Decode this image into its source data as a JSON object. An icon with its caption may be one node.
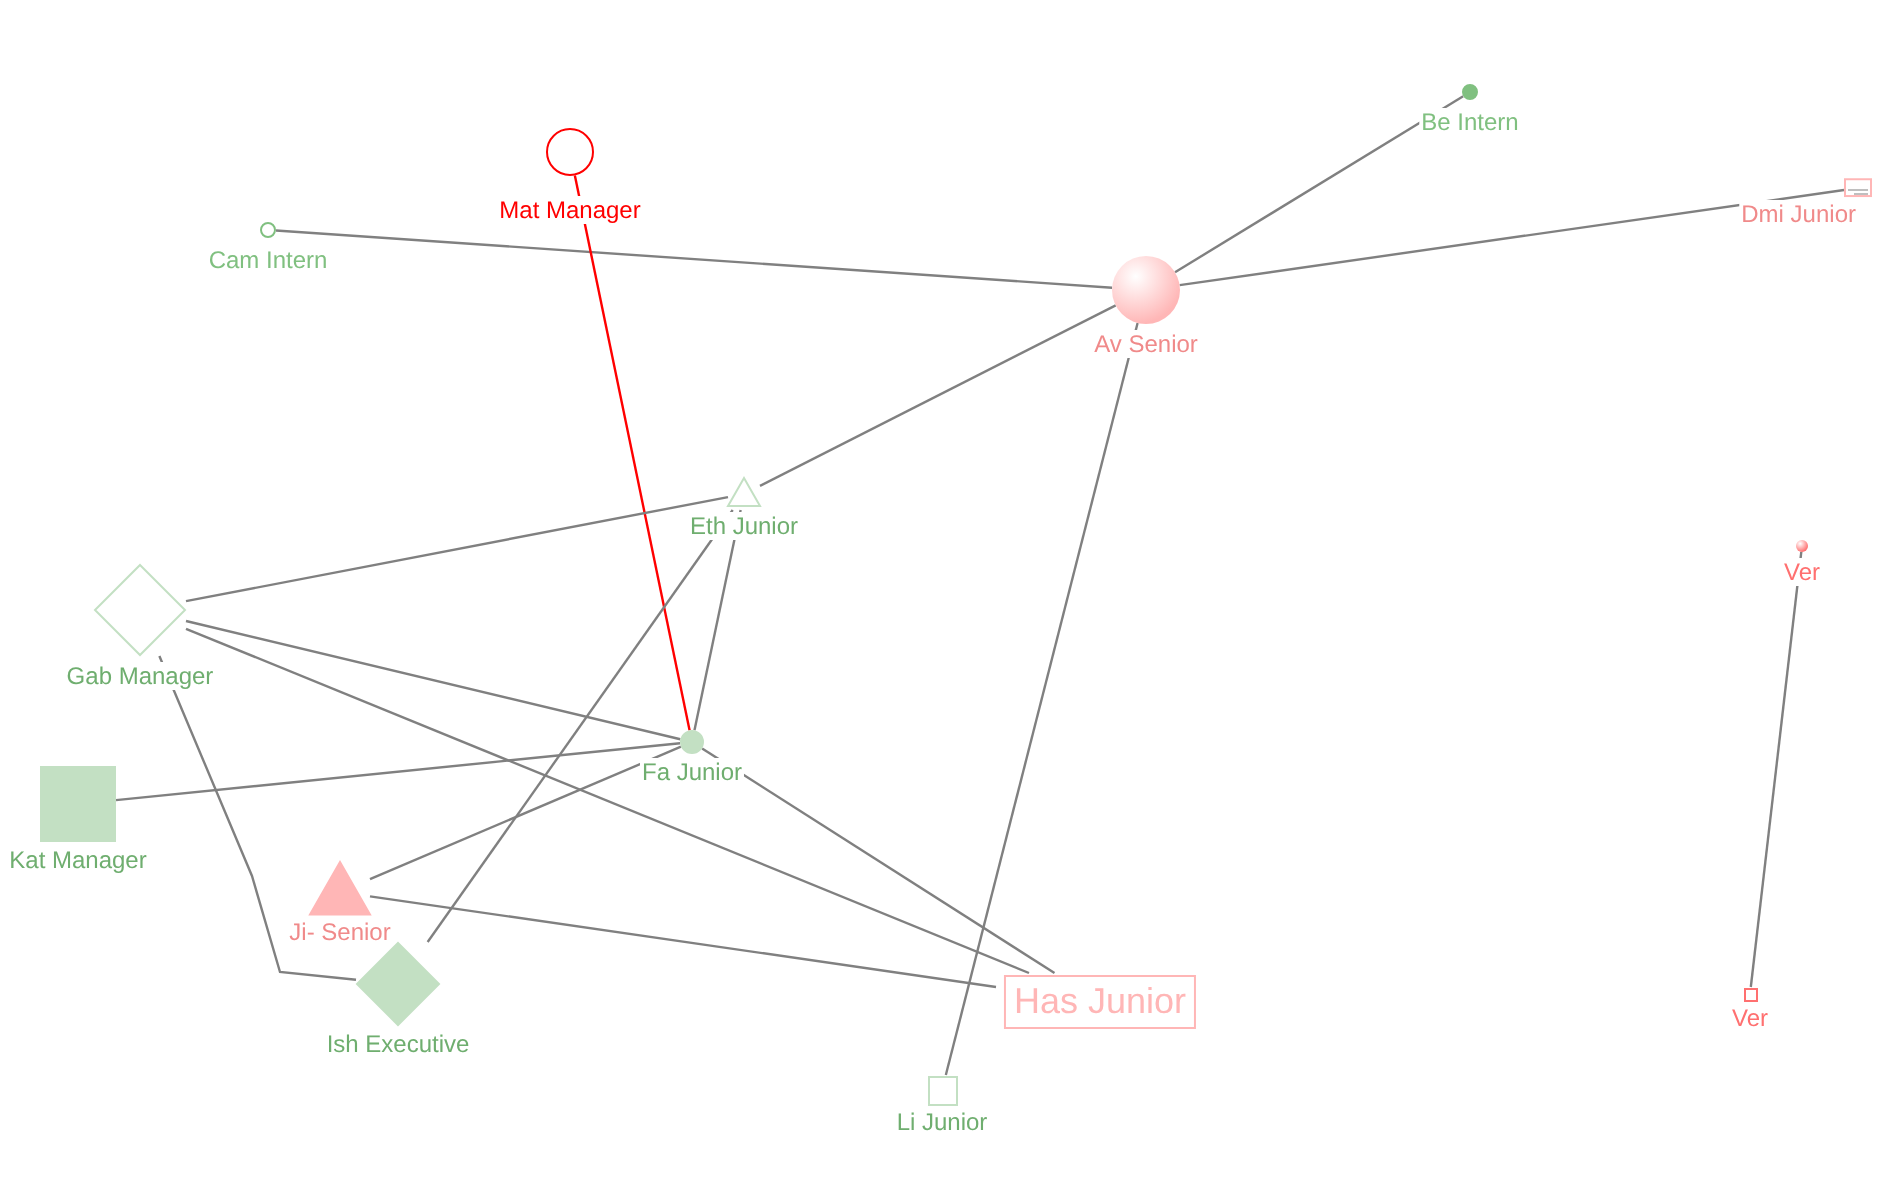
{
  "diagram": {
    "nodes": [
      {
        "text": [
          "Mat Manager"
        ]
      },
      {
        "text": [
          "Be Intern"
        ]
      },
      {
        "text": [
          "Cam Intern"
        ]
      },
      {
        "text": [
          "Dmi Junior"
        ]
      },
      {
        "text": [
          "Av Senior"
        ]
      },
      {
        "text": [
          "Eth Junior"
        ]
      },
      {
        "text": [
          "Ver"
        ]
      },
      {
        "text": [
          "Gab Manager"
        ]
      },
      {
        "text": [
          "Fa Junior"
        ]
      },
      {
        "text": [
          "Kat Manager"
        ]
      },
      {
        "text": [
          "Ji- Senior"
        ]
      },
      {
        "text": [
          "Ish Executive"
        ]
      },
      {
        "text": [
          "Has Junior"
        ]
      },
      {
        "text": [
          "Ver"
        ]
      },
      {
        "text": [
          "Li Junior"
        ]
      }
    ],
    "edges": [
      {
        "from": 2,
        "to": 4,
        "arrow": "none"
      },
      {
        "from": 1,
        "to": 4,
        "arrow": "none"
      },
      {
        "from": 3,
        "to": 4,
        "arrow": "none"
      },
      {
        "from": 4,
        "to": 5,
        "arrow": "none"
      },
      {
        "from": 4,
        "to": 14,
        "arrow": "none"
      },
      {
        "from": 0,
        "to": 8,
        "arrow": "none",
        "color": "#ff0000"
      },
      {
        "from": 7,
        "to": 5,
        "arrow": "none"
      },
      {
        "from": 5,
        "to": 8,
        "arrow": "none"
      },
      {
        "from": 5,
        "to": 11,
        "arrow": "none"
      },
      {
        "from": 7,
        "to": 8,
        "arrow": "none"
      },
      {
        "from": 7,
        "to": 12,
        "arrow": "none"
      },
      {
        "from": 7,
        "to": 11,
        "arrow": "none"
      },
      {
        "from": 9,
        "to": 8,
        "arrow": "none"
      },
      {
        "from": 8,
        "to": 10,
        "arrow": "none"
      },
      {
        "from": 8,
        "to": 12,
        "arrow": "none"
      },
      {
        "from": 10,
        "to": 12,
        "arrow": "none"
      },
      {
        "from": 6,
        "to": 13,
        "arrow": "none"
      }
    ]
  }
}
